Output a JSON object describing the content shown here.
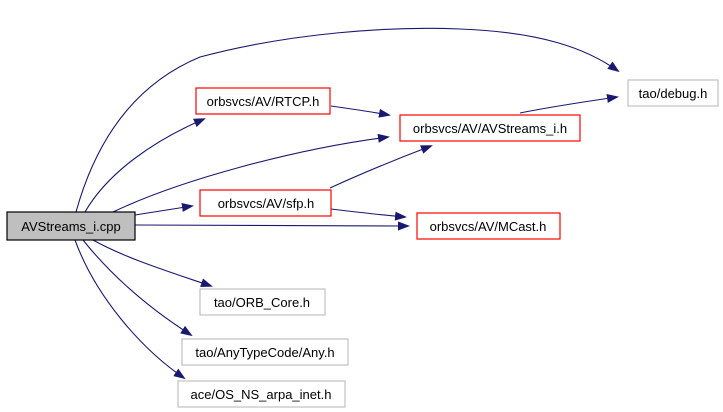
{
  "graph": {
    "type": "include-dependency-graph",
    "colors": {
      "edge": "#191970",
      "highlight_border": "#ff0000",
      "default_border": "#c0c0c0",
      "source_border": "#000000",
      "source_fill": "#bfbfbf",
      "node_fill": "#ffffff",
      "background": "#ffffff",
      "text": "#000000"
    },
    "nodes": [
      {
        "id": "avstreams_i_cpp",
        "label": "AVStreams_i.cpp",
        "role": "source-file",
        "border_color": "#000000",
        "fill_color": "#bfbfbf"
      },
      {
        "id": "rtcp_h",
        "label": "orbsvcs/AV/RTCP.h",
        "role": "documented-header",
        "border_color": "#ff0000",
        "fill_color": "#ffffff"
      },
      {
        "id": "avstreams_i_h",
        "label": "orbsvcs/AV/AVStreams_i.h",
        "role": "documented-header",
        "border_color": "#ff0000",
        "fill_color": "#ffffff"
      },
      {
        "id": "debug_h",
        "label": "tao/debug.h",
        "role": "external-header",
        "border_color": "#c0c0c0",
        "fill_color": "#ffffff"
      },
      {
        "id": "sfp_h",
        "label": "orbsvcs/AV/sfp.h",
        "role": "documented-header",
        "border_color": "#ff0000",
        "fill_color": "#ffffff"
      },
      {
        "id": "mcast_h",
        "label": "orbsvcs/AV/MCast.h",
        "role": "documented-header",
        "border_color": "#ff0000",
        "fill_color": "#ffffff"
      },
      {
        "id": "orb_core_h",
        "label": "tao/ORB_Core.h",
        "role": "external-header",
        "border_color": "#c0c0c0",
        "fill_color": "#ffffff"
      },
      {
        "id": "any_h",
        "label": "tao/AnyTypeCode/Any.h",
        "role": "external-header",
        "border_color": "#c0c0c0",
        "fill_color": "#ffffff"
      },
      {
        "id": "arpa_inet_h",
        "label": "ace/OS_NS_arpa_inet.h",
        "role": "external-header",
        "border_color": "#c0c0c0",
        "fill_color": "#ffffff"
      }
    ],
    "edges": [
      {
        "from": "AVStreams_i.cpp",
        "to": "tao/debug.h"
      },
      {
        "from": "AVStreams_i.cpp",
        "to": "orbsvcs/AV/RTCP.h"
      },
      {
        "from": "AVStreams_i.cpp",
        "to": "orbsvcs/AV/AVStreams_i.h"
      },
      {
        "from": "AVStreams_i.cpp",
        "to": "orbsvcs/AV/sfp.h"
      },
      {
        "from": "AVStreams_i.cpp",
        "to": "orbsvcs/AV/MCast.h"
      },
      {
        "from": "AVStreams_i.cpp",
        "to": "tao/ORB_Core.h"
      },
      {
        "from": "AVStreams_i.cpp",
        "to": "tao/AnyTypeCode/Any.h"
      },
      {
        "from": "AVStreams_i.cpp",
        "to": "ace/OS_NS_arpa_inet.h"
      },
      {
        "from": "orbsvcs/AV/RTCP.h",
        "to": "orbsvcs/AV/AVStreams_i.h"
      },
      {
        "from": "orbsvcs/AV/AVStreams_i.h",
        "to": "tao/debug.h"
      },
      {
        "from": "orbsvcs/AV/sfp.h",
        "to": "orbsvcs/AV/AVStreams_i.h"
      },
      {
        "from": "orbsvcs/AV/sfp.h",
        "to": "orbsvcs/AV/MCast.h"
      }
    ]
  }
}
